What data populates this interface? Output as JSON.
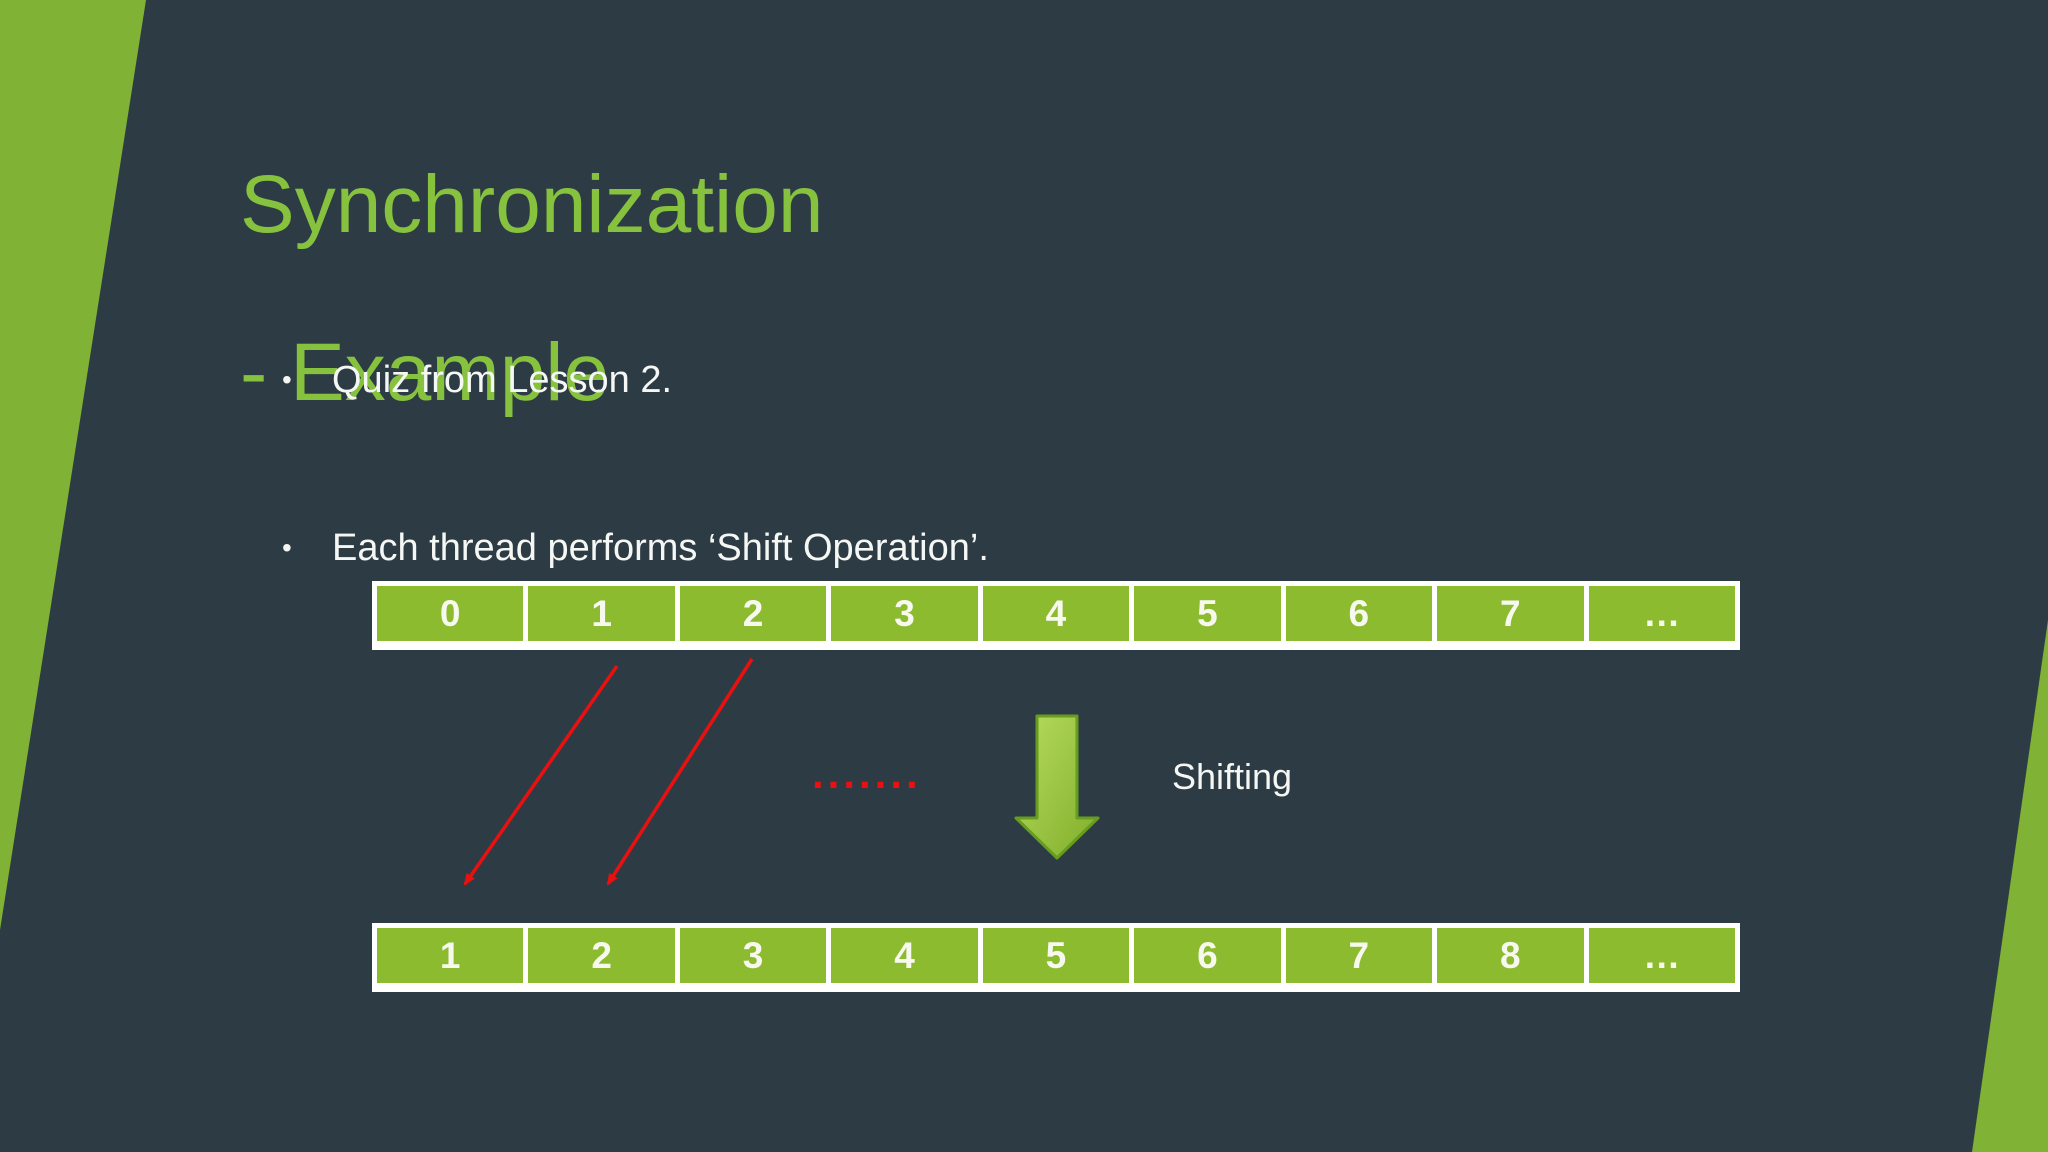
{
  "slide": {
    "title": {
      "line1": "Synchronization",
      "line2": "- Example"
    },
    "bullets": [
      {
        "marker": "•",
        "text": "Quiz from Lesson 2."
      },
      {
        "marker": "•",
        "text": "Each thread performs ‘Shift Operation’."
      }
    ],
    "arrays": {
      "top": {
        "cells": [
          "0",
          "1",
          "2",
          "3",
          "4",
          "5",
          "6",
          "7",
          "…"
        ]
      },
      "bottom": {
        "cells": [
          "1",
          "2",
          "3",
          "4",
          "5",
          "6",
          "7",
          "8",
          "…"
        ]
      }
    },
    "annotations": {
      "shifting_label": "Shifting",
      "ellipsis_dots": "......."
    },
    "icons": {
      "shift_arrow_1": "red-diagonal-arrow",
      "shift_arrow_2": "red-diagonal-arrow",
      "down_block_arrow": "green-down-block-arrow"
    },
    "colors": {
      "background": "#2d3c44",
      "accent_green": "#80b236",
      "cell_green": "#8cbb2f",
      "title_green": "#87c23e",
      "text_white": "#f5f7f4",
      "arrow_red": "#ea1010",
      "block_arrow_fill_light": "#b9dc60",
      "block_arrow_fill_dark": "#7fae2a",
      "block_arrow_stroke": "#679d1f"
    }
  }
}
